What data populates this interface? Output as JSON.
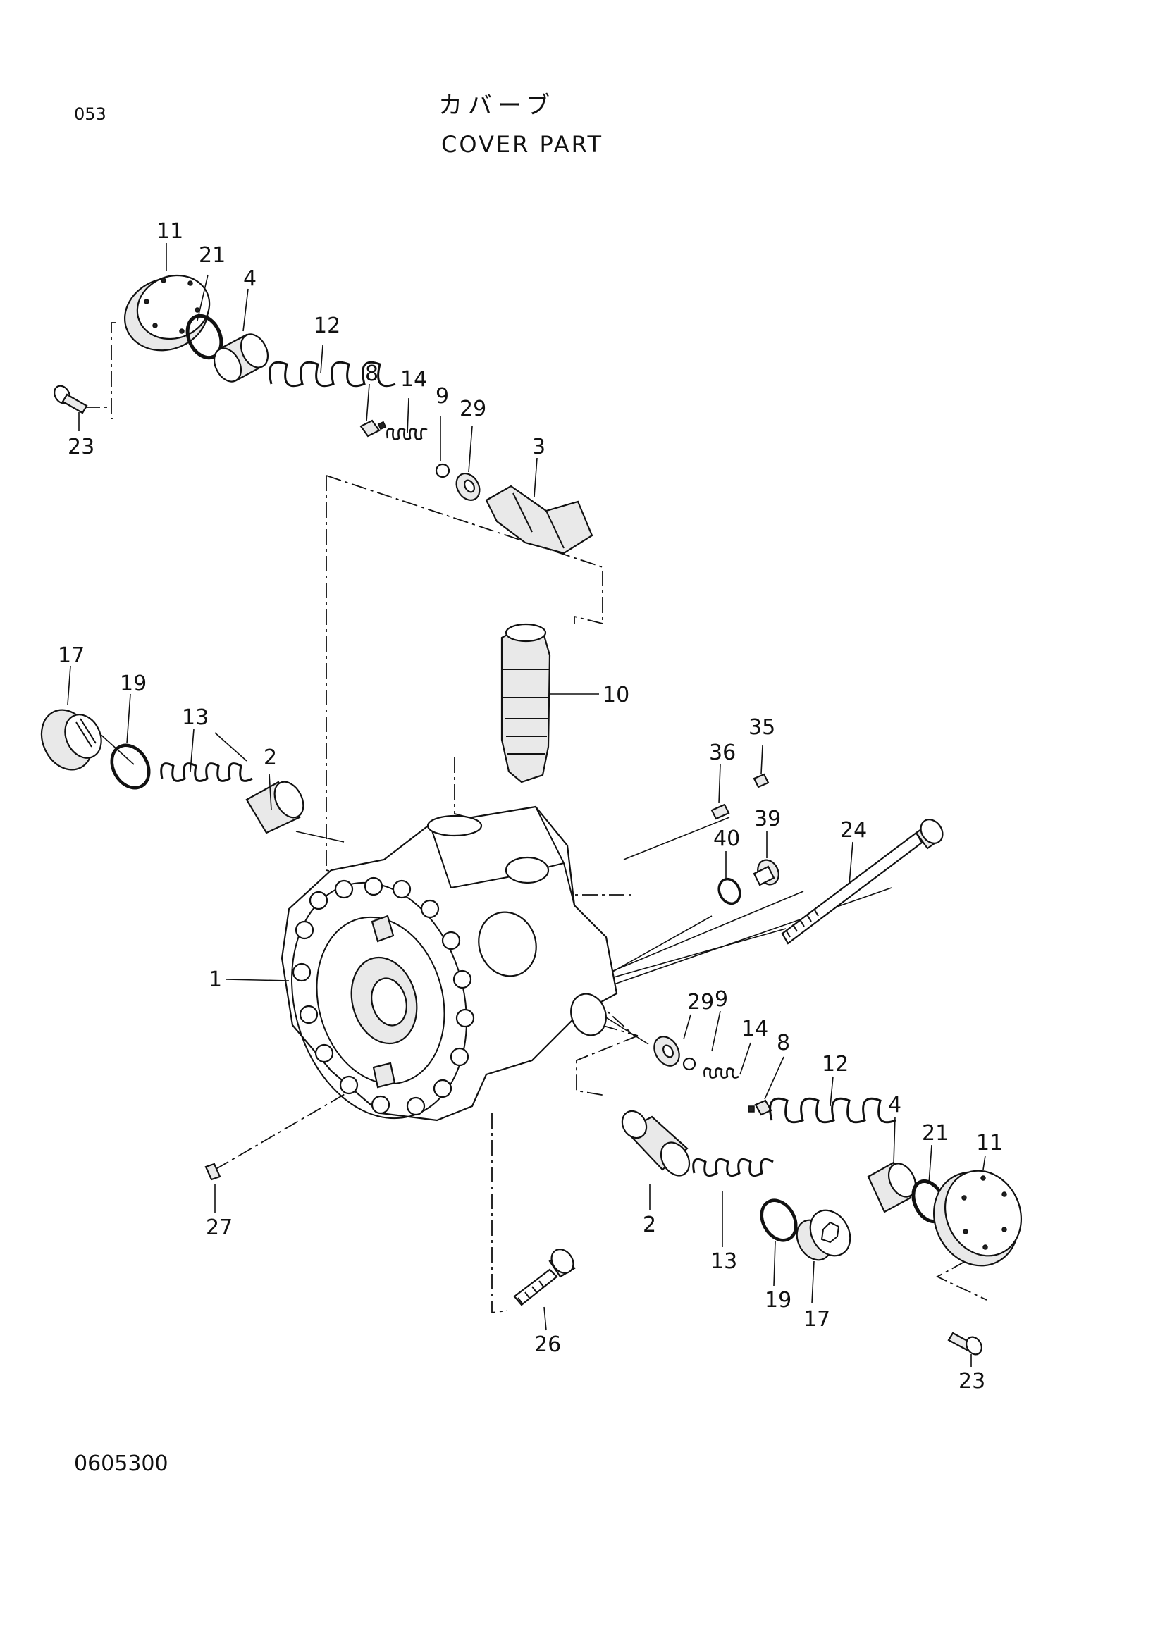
{
  "header": {
    "page_code": "053",
    "title_jp": "カバーブ",
    "title_en": "COVER PART"
  },
  "footer": {
    "drawing_number": "0605300"
  },
  "callouts": {
    "top_11": "11",
    "top_21": "21",
    "top_4": "4",
    "top_12": "12",
    "top_8": "8",
    "top_14": "14",
    "top_9": "9",
    "top_29": "29",
    "top_3": "3",
    "top_23": "23",
    "left_17": "17",
    "left_19": "19",
    "left_13": "13",
    "left_2": "2",
    "p10": "10",
    "p36": "36",
    "p35": "35",
    "p39": "39",
    "p40": "40",
    "p24": "24",
    "p1": "1",
    "p27": "27",
    "p26": "26",
    "bot_29": "29",
    "bot_9": "9",
    "bot_14": "14",
    "bot_8": "8",
    "bot_12": "12",
    "bot_4": "4",
    "bot_21": "21",
    "bot_11": "11",
    "bot_2": "2",
    "bot_13": "13",
    "bot_19": "19",
    "bot_17": "17",
    "bot_23": "23"
  },
  "icons": {
    "cover_plate": "cover-plate-icon",
    "o_ring": "o-ring-icon",
    "sleeve": "sleeve-icon",
    "spring": "spring-icon",
    "poppet": "poppet-icon",
    "ball": "ball-icon",
    "washer": "washer-icon",
    "spool": "spool-icon",
    "relief_valve": "relief-valve-icon",
    "plug": "plug-icon",
    "bolt": "bolt-icon",
    "housing": "housing-icon",
    "pin": "pin-icon"
  }
}
